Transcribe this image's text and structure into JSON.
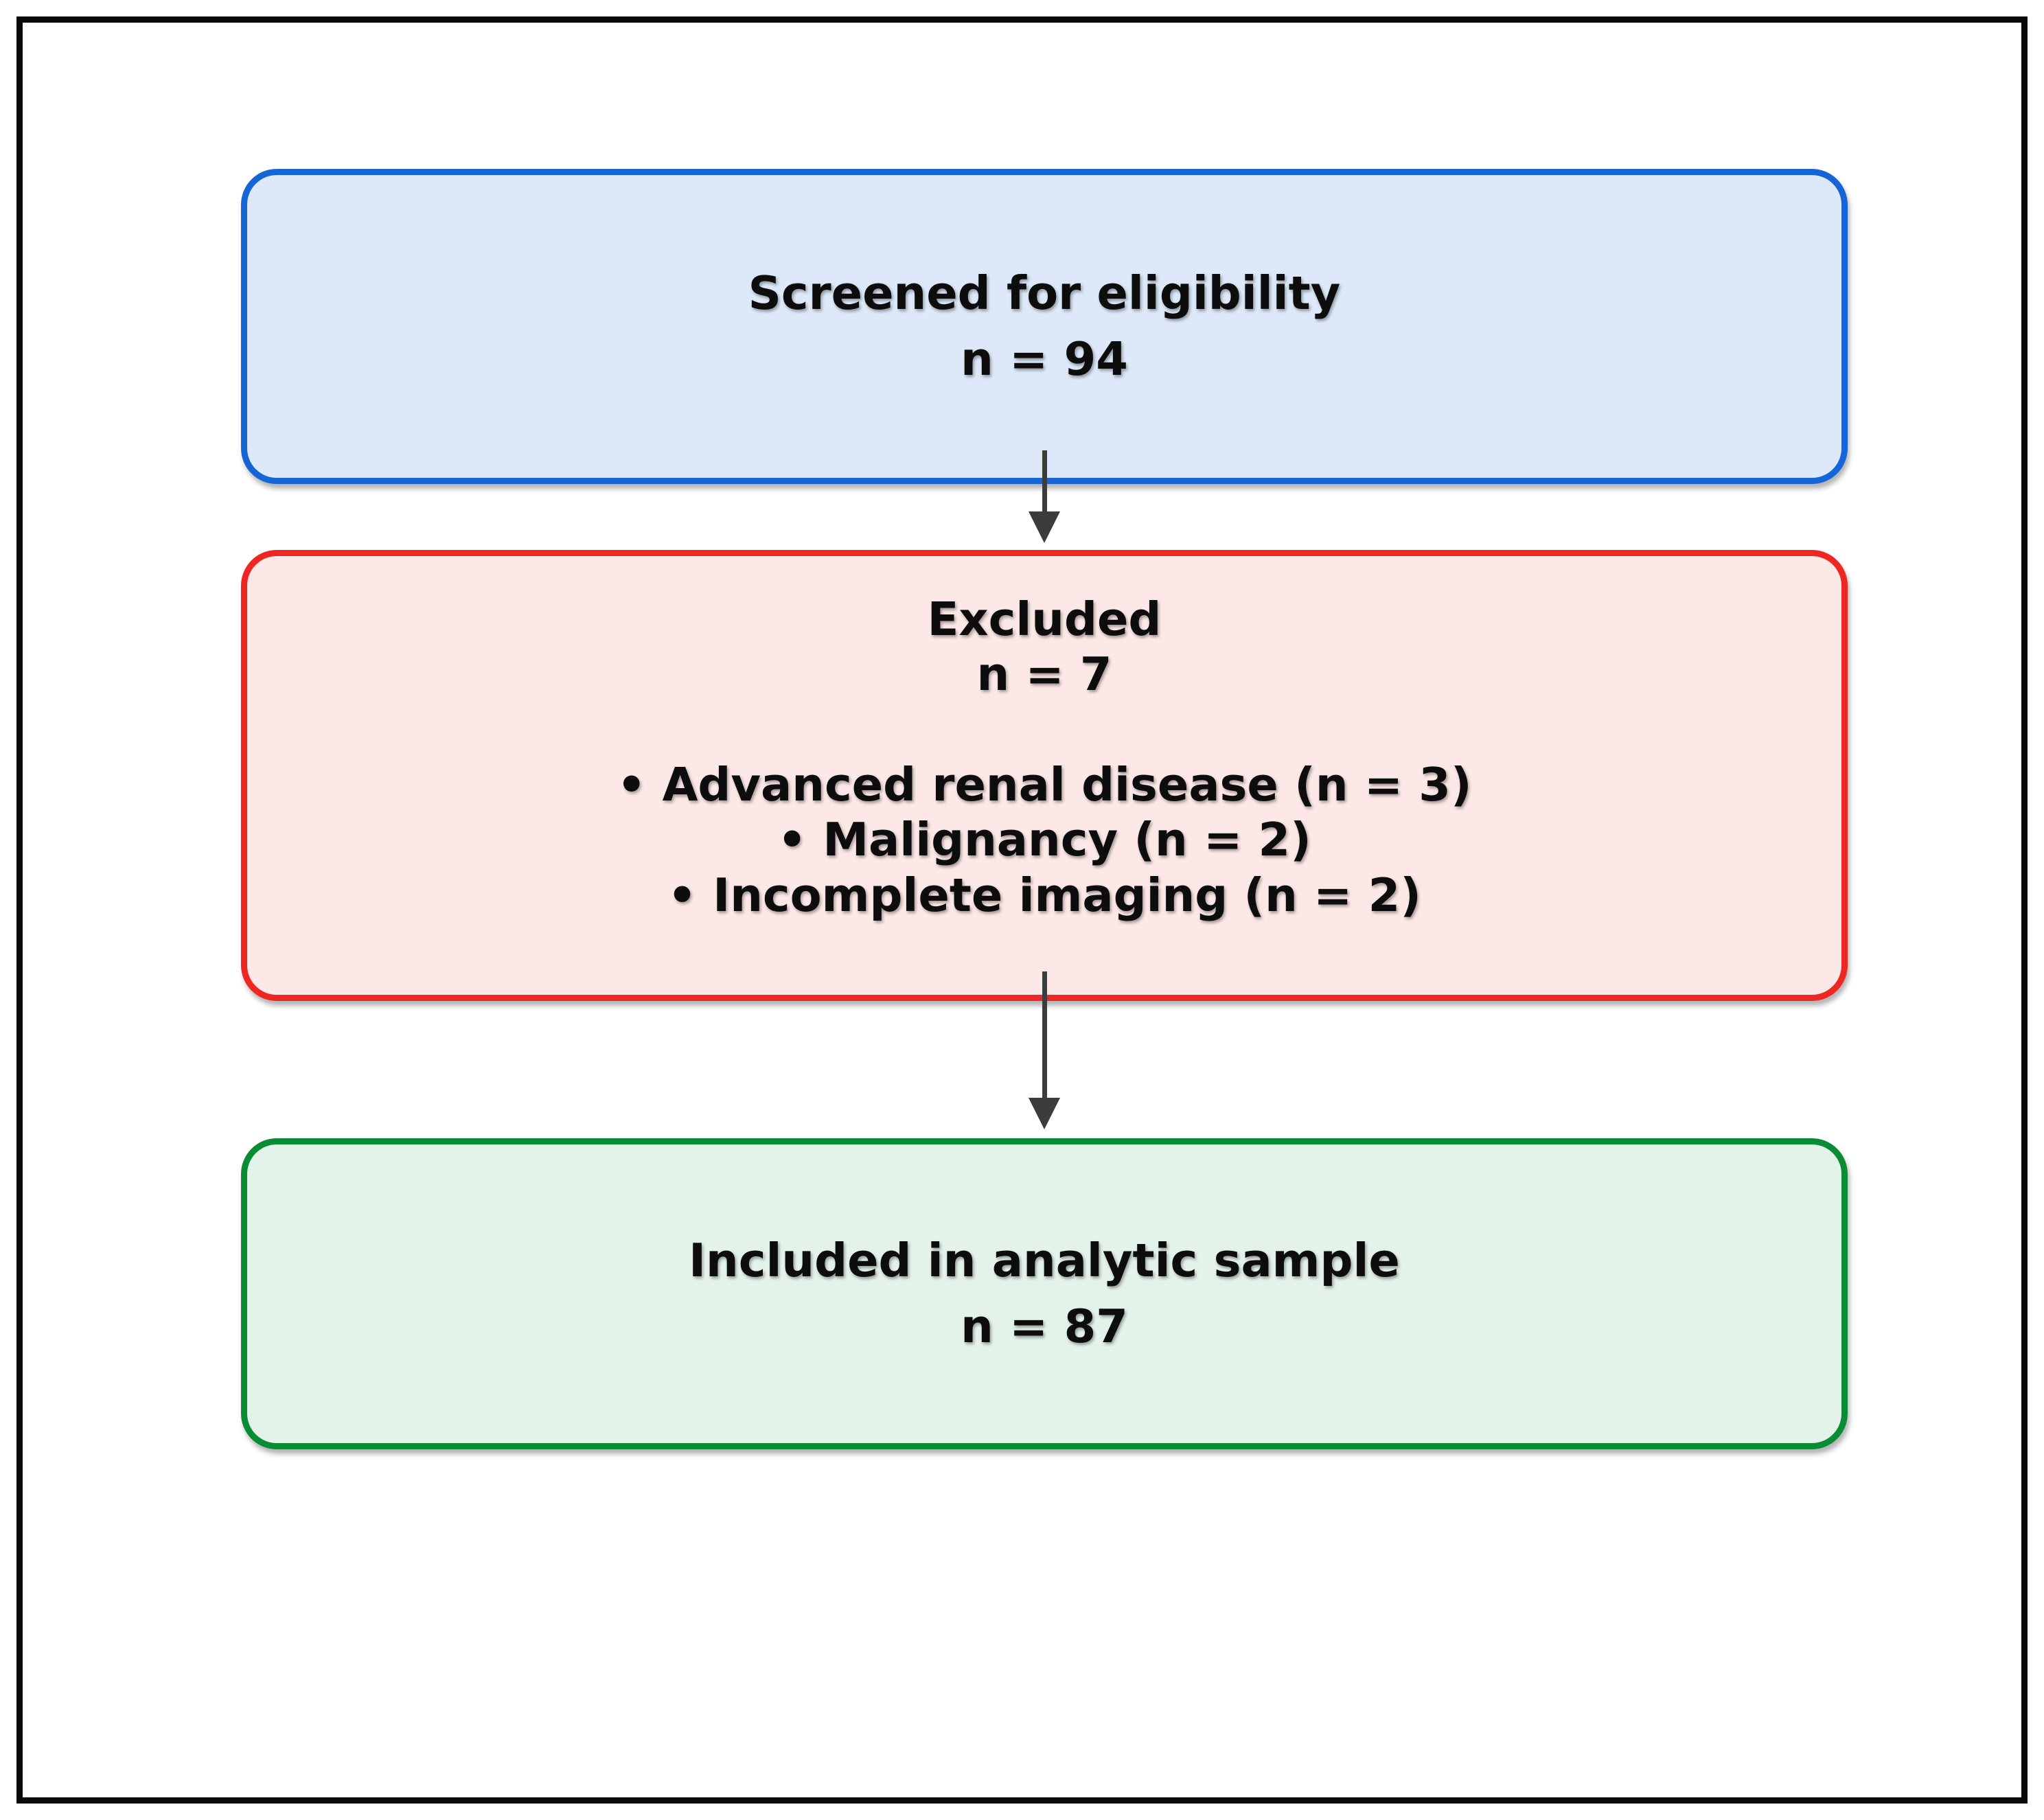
{
  "figure": {
    "type": "participant-flow-diagram",
    "text_color": "#0d0d0d",
    "frame_color": "#0a0a0a",
    "arrow_color": "#3c3c3c",
    "boxes": [
      {
        "id": "screened",
        "title": "Screened for eligibility",
        "count": "n = 94",
        "fill": "#dde9f8",
        "border": "#1565d6"
      },
      {
        "id": "excluded",
        "title": "Excluded",
        "count": "n = 7",
        "fill": "#fce8e7",
        "border": "#ee2722",
        "items": [
          "• Advanced renal disease (n = 3)",
          "• Malignancy (n = 2)",
          "• Incomplete imaging (n = 2)"
        ]
      },
      {
        "id": "included",
        "title": "Included in analytic sample",
        "count": "n = 87",
        "fill": "#e4f3ea",
        "border": "#0a8c35"
      }
    ]
  }
}
